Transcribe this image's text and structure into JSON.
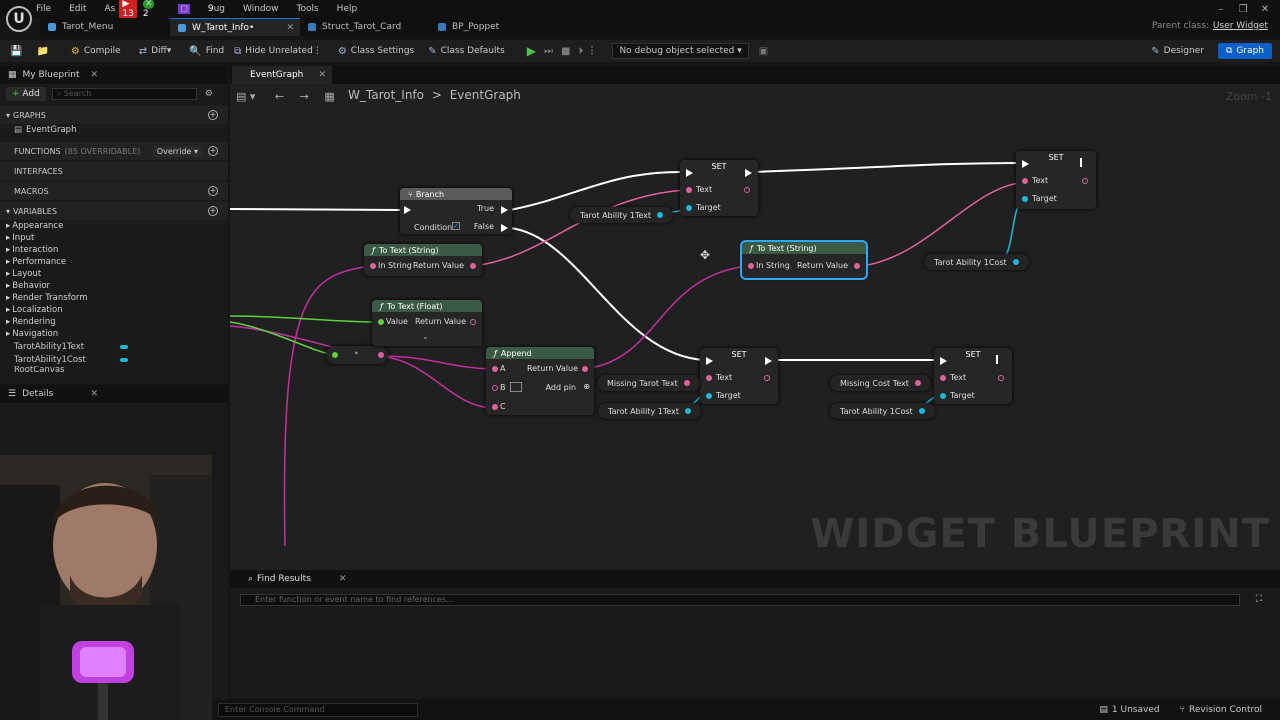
{
  "menu": [
    "File",
    "Edit",
    "As",
    "Window",
    "Tools",
    "Help"
  ],
  "menu_badges": [
    "13",
    "2",
    "9"
  ],
  "menu_trunc": "ug",
  "doc_tabs": [
    {
      "label": "Tarot_Menu",
      "color": "#4a9ad8"
    },
    {
      "label": "W_Tarot_Info•",
      "color": "#4a9ad8"
    },
    {
      "label": "Struct_Tarot_Card",
      "color": "#4a9ad8"
    },
    {
      "label": "BP_Poppet",
      "color": "#4a9ad8"
    }
  ],
  "parent_class": {
    "label": "Parent class:",
    "value": "User Widget"
  },
  "toolbar": {
    "compile": "Compile",
    "diff": "Diff",
    "find": "Find",
    "hide_unrelated": "Hide Unrelated",
    "class_settings": "Class Settings",
    "class_defaults": "Class Defaults",
    "debug": "No debug object selected",
    "designer": "Designer",
    "graph": "Graph"
  },
  "my_blueprint": {
    "title": "My Blueprint",
    "add": "Add",
    "search_placeholder": "Search",
    "graphs": "GRAPHS",
    "event_graph": "EventGraph",
    "functions": "FUNCTIONS",
    "functions_note": "(85 OVERRIDABLE)",
    "override": "Override",
    "interfaces": "INTERFACES",
    "macros": "MACROS",
    "variables": "VARIABLES",
    "categories": [
      "Appearance",
      "Input",
      "Interaction",
      "Performance",
      "Layout",
      "Behavior",
      "Render Transform",
      "Localization",
      "Rendering",
      "Navigation"
    ],
    "vars": [
      "TarotAbility1Text",
      "TarotAbility1Cost",
      "RootCanvas"
    ]
  },
  "details": {
    "title": "Details"
  },
  "graph": {
    "tab": "EventGraph",
    "crumb_root": "W_Tarot_Info",
    "crumb_sep": ">",
    "crumb_leaf": "EventGraph",
    "zoom": "Zoom -1",
    "watermark": "WIDGET BLUEPRINT",
    "branch": {
      "title": "Branch",
      "true": "True",
      "false": "False",
      "condition": "Condition"
    },
    "to_text_string_1": {
      "title": "To Text (String)",
      "in": "In String",
      "out": "Return Value"
    },
    "to_text_float": {
      "title": "To Text (Float)",
      "in": "Value",
      "out": "Return Value"
    },
    "append": {
      "title": "Append",
      "a": "A",
      "b": "B",
      "c": "C",
      "out": "Return Value",
      "add_pin": "Add pin"
    },
    "set1": {
      "title": "SET",
      "text": "Text",
      "target": "Target"
    },
    "set2": {
      "title": "SET",
      "text": "Text",
      "target": "Target"
    },
    "set3": {
      "title": "SET",
      "text": "Text",
      "target": "Target"
    },
    "set4": {
      "title": "SET",
      "text": "Text",
      "target": "Target"
    },
    "to_text_string_sel": {
      "title": "To Text (String)",
      "in": "In String",
      "out": "Return Value"
    },
    "vars": {
      "ability1text_a": "Tarot Ability 1Text",
      "ability1cost": "Tarot Ability 1Cost",
      "missing_tarot": "Missing Tarot Text",
      "ability1text_b": "Tarot Ability 1Text",
      "missing_cost": "Missing Cost Text",
      "ability1cost_b": "Tarot Ability 1Cost"
    }
  },
  "find_results": {
    "title": "Find Results",
    "placeholder": "Enter function or event name to find references..."
  },
  "status": {
    "console": "Enter Console Command",
    "unsaved": "1 Unsaved",
    "revision": "Revision Control"
  },
  "colors": {
    "accent": "#0a60c8",
    "exec": "#ffffff",
    "text_pin": "#e060a0",
    "object_pin": "#1bb8d8",
    "bool_pin": "#a00000",
    "float_pin": "#a0e040",
    "func_header": "#3a5a45"
  }
}
